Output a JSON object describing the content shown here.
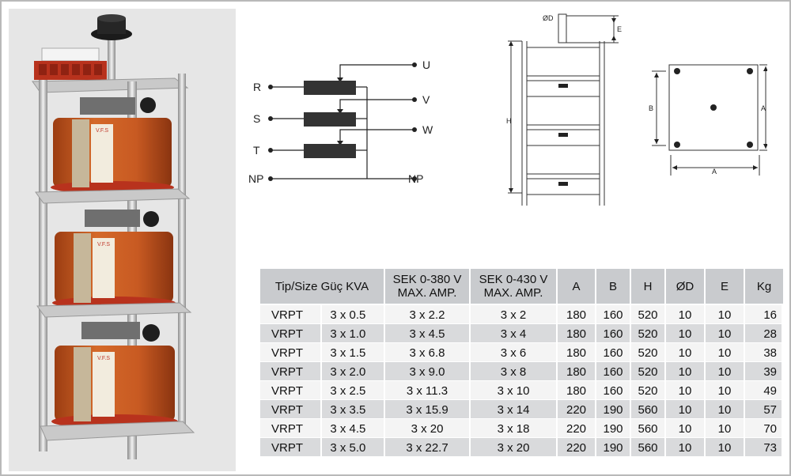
{
  "photo": {
    "label_plate": "V.F.S"
  },
  "wiring": {
    "inputs": [
      "R",
      "S",
      "T",
      "NP"
    ],
    "outputs": [
      "U",
      "V",
      "W",
      "NP"
    ]
  },
  "dimensions": {
    "side_labels": {
      "diameter": "ØD",
      "e": "E",
      "h": "H"
    },
    "top_labels": {
      "a_horizontal": "A",
      "a_vertical": "A",
      "b": "B"
    }
  },
  "table": {
    "headers": {
      "tip": "Tip/Size Güç KVA",
      "sek380_line1": "SEK 0-380 V",
      "sek380_line2": "MAX. AMP.",
      "sek430_line1": "SEK 0-430 V",
      "sek430_line2": "MAX. AMP.",
      "a": "A",
      "b": "B",
      "h": "H",
      "d": "ØD",
      "e": "E",
      "kg": "Kg"
    },
    "rows": [
      {
        "model": "VRPT",
        "power": "3 x 0.5",
        "amp380": "3 x 2.2",
        "amp430": "3 x 2",
        "a": "180",
        "b": "160",
        "h": "520",
        "d": "10",
        "e": "10",
        "kg": "16"
      },
      {
        "model": "VRPT",
        "power": "3 x 1.0",
        "amp380": "3 x 4.5",
        "amp430": "3 x 4",
        "a": "180",
        "b": "160",
        "h": "520",
        "d": "10",
        "e": "10",
        "kg": "28"
      },
      {
        "model": "VRPT",
        "power": "3 x 1.5",
        "amp380": "3 x 6.8",
        "amp430": "3 x 6",
        "a": "180",
        "b": "160",
        "h": "520",
        "d": "10",
        "e": "10",
        "kg": "38"
      },
      {
        "model": "VRPT",
        "power": "3 x 2.0",
        "amp380": "3 x 9.0",
        "amp430": "3 x 8",
        "a": "180",
        "b": "160",
        "h": "520",
        "d": "10",
        "e": "10",
        "kg": "39"
      },
      {
        "model": "VRPT",
        "power": "3 x 2.5",
        "amp380": "3 x 11.3",
        "amp430": "3 x 10",
        "a": "180",
        "b": "160",
        "h": "520",
        "d": "10",
        "e": "10",
        "kg": "49"
      },
      {
        "model": "VRPT",
        "power": "3 x 3.5",
        "amp380": "3 x 15.9",
        "amp430": "3 x 14",
        "a": "220",
        "b": "190",
        "h": "560",
        "d": "10",
        "e": "10",
        "kg": "57"
      },
      {
        "model": "VRPT",
        "power": "3 x 4.5",
        "amp380": "3 x 20",
        "amp430": "3 x 18",
        "a": "220",
        "b": "190",
        "h": "560",
        "d": "10",
        "e": "10",
        "kg": "70"
      },
      {
        "model": "VRPT",
        "power": "3 x 5.0",
        "amp380": "3 x 22.7",
        "amp430": "3 x 20",
        "a": "220",
        "b": "190",
        "h": "560",
        "d": "10",
        "e": "10",
        "kg": "73"
      }
    ]
  },
  "colors": {
    "coil": "#c85a22",
    "header_bg": "#c9cbce",
    "row_light": "#f4f4f4",
    "row_dark": "#d9dadc",
    "frame_border": "#b9b9b9"
  }
}
